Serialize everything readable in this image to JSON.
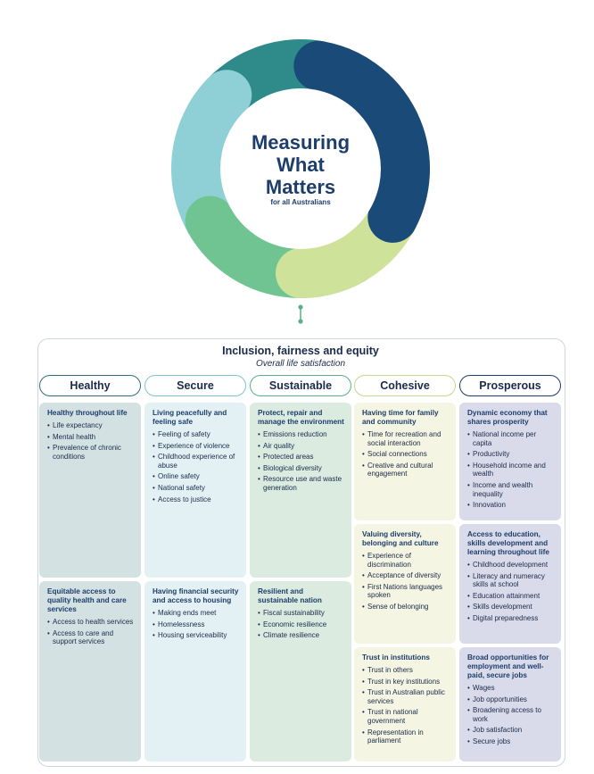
{
  "center": {
    "title_lines": [
      "Measuring",
      "What",
      "Matters"
    ],
    "subtitle": "for all Australians"
  },
  "framework": {
    "title": "Inclusion, fairness and equity",
    "subtitle": "Overall life satisfaction"
  },
  "colors": {
    "ring": [
      "#1a4a78",
      "#cfe29a",
      "#6fc492",
      "#8fd0d6",
      "#2f8a8a"
    ],
    "healthy_card": "#d3e1e3",
    "secure_card": "#e4f1f4",
    "sustainable_card": "#dbebe0",
    "cohesive_card": "#f4f5e2",
    "prosperous_card": "#d9dbea"
  },
  "columns": [
    {
      "name": "Healthy",
      "color": "#2e6e7e",
      "cards": [
        {
          "title": "Healthy throughout life",
          "items": [
            "Life expectancy",
            "Mental health",
            "Prevalence of chronic conditions"
          ]
        },
        {
          "title": "Equitable access to quality health and care services",
          "items": [
            "Access to health services",
            "Access to care and support services"
          ]
        }
      ]
    },
    {
      "name": "Secure",
      "color": "#7fc3cc",
      "cards": [
        {
          "title": "Living peacefully and feeling safe",
          "items": [
            "Feeling of safety",
            "Experience of violence",
            "Childhood experience of abuse",
            "Online safety",
            "National safety",
            "Access to justice"
          ]
        },
        {
          "title": "Having financial security and access to housing",
          "items": [
            "Making ends meet",
            "Homelessness",
            "Housing serviceability"
          ]
        }
      ]
    },
    {
      "name": "Sustainable",
      "color": "#5cb087",
      "cards": [
        {
          "title": "Protect, repair and manage the environment",
          "items": [
            "Emissions reduction",
            "Air quality",
            "Protected areas",
            "Biological diversity",
            "Resource use and waste generation"
          ]
        },
        {
          "title": "Resilient and sustainable nation",
          "items": [
            "Fiscal sustainability",
            "Economic resilience",
            "Climate resilience"
          ]
        }
      ]
    },
    {
      "name": "Cohesive",
      "color": "#c5d98a",
      "cards": [
        {
          "title": "Having time for family and community",
          "items": [
            "Time for recreation and social interaction",
            "Social connections",
            "Creative and cultural engagement"
          ]
        },
        {
          "title": "Valuing diversity, belonging and culture",
          "items": [
            "Experience of discrimination",
            "Acceptance of diversity",
            "First Nations languages spoken",
            "Sense of belonging"
          ]
        },
        {
          "title": "Trust in institutions",
          "items": [
            "Trust in others",
            "Trust in key institutions",
            "Trust in Australian public services",
            "Trust in national government",
            "Representation in parliament"
          ]
        }
      ]
    },
    {
      "name": "Prosperous",
      "color": "#1d3e6b",
      "cards": [
        {
          "title": "Dynamic economy that shares prosperity",
          "items": [
            "National income per capita",
            "Productivity",
            "Household income and wealth",
            "Income and wealth inequality",
            "Innovation"
          ]
        },
        {
          "title": "Access to education, skills development and learning throughout life",
          "items": [
            "Childhood development",
            "Literacy and numeracy skills at school",
            "Education attainment",
            "Skills development",
            "Digital preparedness"
          ]
        },
        {
          "title": "Broad opportunities for employment and well-paid, secure jobs",
          "items": [
            "Wages",
            "Job opportunities",
            "Broadening access to work",
            "Job satisfaction",
            "Secure jobs"
          ]
        }
      ]
    }
  ]
}
